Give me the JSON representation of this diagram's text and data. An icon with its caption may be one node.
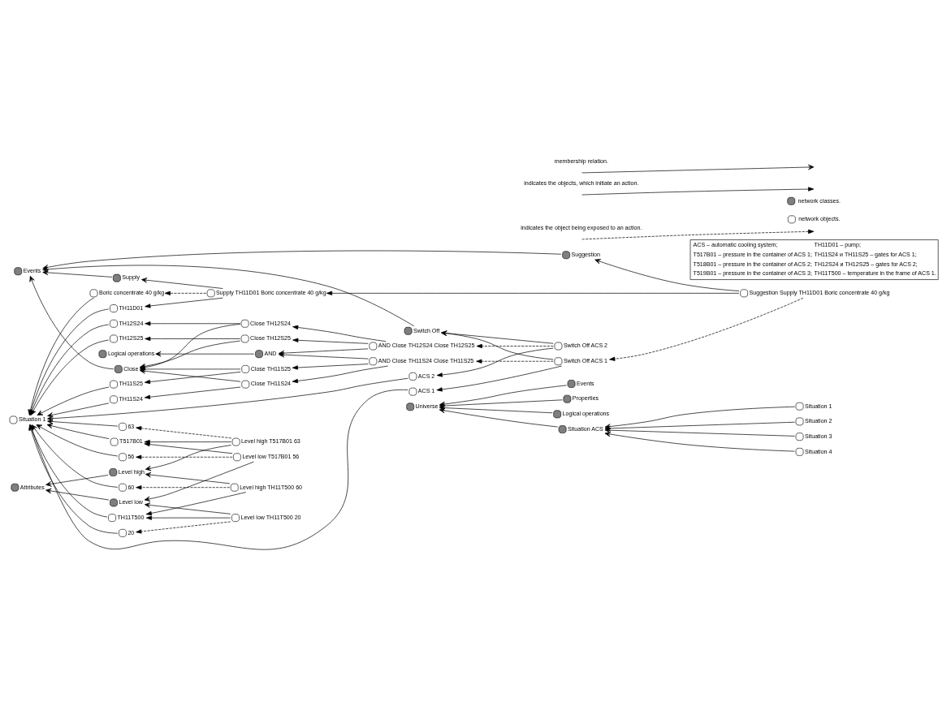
{
  "diagram": {
    "nodes": [
      {
        "text": [
          "Universe"
        ]
      },
      {
        "text": [
          "Events"
        ]
      },
      {
        "text": [
          "Properties"
        ]
      },
      {
        "text": [
          "Logical operations"
        ]
      },
      {
        "text": [
          "Situation ACS"
        ]
      },
      {
        "text": [
          "Situation 1"
        ]
      },
      {
        "text": [
          "Situation 2"
        ]
      },
      {
        "text": [
          "Situation 3"
        ]
      },
      {
        "text": [
          "Situation 4"
        ]
      },
      {
        "text": [
          "Situation 1"
        ]
      },
      {
        "text": [
          "ACS 1"
        ]
      },
      {
        "text": [
          "ACS 2"
        ]
      },
      {
        "text": [
          "TH11S24"
        ]
      },
      {
        "text": [
          "TH11S25"
        ]
      },
      {
        "text": [
          "TH12S24"
        ]
      },
      {
        "text": [
          "TH12S25"
        ]
      },
      {
        "text": [
          "TH11D01"
        ]
      },
      {
        "text": [
          "Boric concentrate 40 g/kg"
        ]
      },
      {
        "text": [
          "T517B01"
        ]
      },
      {
        "text": [
          "63"
        ]
      },
      {
        "text": [
          "56"
        ]
      },
      {
        "text": [
          "60"
        ]
      },
      {
        "text": [
          "TH11T500"
        ]
      },
      {
        "text": [
          "20"
        ]
      },
      {
        "text": [
          "Close TH11S24"
        ]
      },
      {
        "text": [
          "Close TH11S25"
        ]
      },
      {
        "text": [
          "Close TH12S24"
        ]
      },
      {
        "text": [
          "Close TH12S25"
        ]
      },
      {
        "text": [
          "Switch Off ACS 1"
        ]
      },
      {
        "text": [
          "Switch Off ACS 2"
        ]
      },
      {
        "text": [
          "AND Close TH11S24 Close TH11S25"
        ]
      },
      {
        "text": [
          "AND Close TH12S24 Close TH12S25"
        ]
      },
      {
        "text": [
          "Close"
        ]
      },
      {
        "text": [
          "Supply TH11D01 Boric concentrate 40 g/kg"
        ]
      },
      {
        "text": [
          "Suggestion Supply TH11D01 Boric concentrate 40 g/kg"
        ]
      },
      {
        "text": [
          "Level high T517B01 63"
        ]
      },
      {
        "text": [
          "Level low T517B01 56"
        ]
      },
      {
        "text": [
          "Level high TH11T500 60"
        ]
      },
      {
        "text": [
          "Level low TH11T500 20"
        ]
      },
      {
        "text": [
          "Switch Off"
        ]
      },
      {
        "text": [
          "AND"
        ]
      },
      {
        "text": [
          "Logical operations"
        ]
      },
      {
        "text": [
          "Events"
        ]
      },
      {
        "text": [
          "Supply"
        ]
      },
      {
        "text": [
          "Suggestion"
        ]
      },
      {
        "text": [
          "Level high"
        ]
      },
      {
        "text": [
          "Level low"
        ]
      },
      {
        "text": [
          "Attributes"
        ]
      }
    ],
    "edges": [
      {
        "from": 1,
        "to": 0,
        "arrow": "to"
      },
      {
        "from": 2,
        "to": 0,
        "arrow": "to"
      },
      {
        "from": 3,
        "to": 0,
        "arrow": "to"
      },
      {
        "from": 4,
        "to": 0,
        "arrow": "to"
      },
      {
        "from": 5,
        "to": 4,
        "arrow": "to"
      },
      {
        "from": 6,
        "to": 4,
        "arrow": "to"
      },
      {
        "from": 7,
        "to": 4,
        "arrow": "to"
      },
      {
        "from": 8,
        "to": 4,
        "arrow": "to"
      },
      {
        "from": 10,
        "to": 9,
        "arrow": "to"
      },
      {
        "from": 11,
        "to": 9,
        "arrow": "to"
      },
      {
        "from": 12,
        "to": 9,
        "arrow": "to"
      },
      {
        "from": 13,
        "to": 9,
        "arrow": "to"
      },
      {
        "from": 14,
        "to": 9,
        "arrow": "to"
      },
      {
        "from": 15,
        "to": 9,
        "arrow": "to"
      },
      {
        "from": 16,
        "to": 9,
        "arrow": "to"
      },
      {
        "from": 17,
        "to": 9,
        "arrow": "to"
      },
      {
        "from": 18,
        "to": 9,
        "arrow": "to"
      },
      {
        "from": 19,
        "to": 9,
        "arrow": "to"
      },
      {
        "from": 20,
        "to": 9,
        "arrow": "to"
      },
      {
        "from": 21,
        "to": 9,
        "arrow": "to"
      },
      {
        "from": 22,
        "to": 9,
        "arrow": "to"
      },
      {
        "from": 23,
        "to": 9,
        "arrow": "to"
      },
      {
        "from": 28,
        "to": 10,
        "arrow": "to"
      },
      {
        "from": 29,
        "to": 11,
        "arrow": "to"
      },
      {
        "from": 28,
        "to": 30,
        "arrow": "to",
        "style": "dashed"
      },
      {
        "from": 29,
        "to": 31,
        "arrow": "to",
        "style": "dashed"
      },
      {
        "from": 34,
        "to": 28,
        "arrow": "to",
        "style": "dashed"
      },
      {
        "from": 28,
        "to": 39,
        "arrow": "to"
      },
      {
        "from": 29,
        "to": 39,
        "arrow": "to"
      },
      {
        "from": 24,
        "to": 12,
        "arrow": "to"
      },
      {
        "from": 25,
        "to": 13,
        "arrow": "to"
      },
      {
        "from": 26,
        "to": 14,
        "arrow": "to"
      },
      {
        "from": 27,
        "to": 15,
        "arrow": "to"
      },
      {
        "from": 30,
        "to": 24,
        "arrow": "to"
      },
      {
        "from": 30,
        "to": 25,
        "arrow": "to"
      },
      {
        "from": 31,
        "to": 26,
        "arrow": "to"
      },
      {
        "from": 31,
        "to": 27,
        "arrow": "to"
      },
      {
        "from": 24,
        "to": 32,
        "arrow": "to"
      },
      {
        "from": 25,
        "to": 32,
        "arrow": "to"
      },
      {
        "from": 26,
        "to": 32,
        "arrow": "to"
      },
      {
        "from": 27,
        "to": 32,
        "arrow": "to"
      },
      {
        "from": 30,
        "to": 40,
        "arrow": "to"
      },
      {
        "from": 31,
        "to": 40,
        "arrow": "to"
      },
      {
        "from": 40,
        "to": 41,
        "arrow": "to"
      },
      {
        "from": 39,
        "to": 42,
        "arrow": "to"
      },
      {
        "from": 32,
        "to": 42,
        "arrow": "to"
      },
      {
        "from": 43,
        "to": 42,
        "arrow": "to"
      },
      {
        "from": 44,
        "to": 42,
        "arrow": "to"
      },
      {
        "from": 33,
        "to": 17,
        "arrow": "to",
        "style": "dashed"
      },
      {
        "from": 33,
        "to": 16,
        "arrow": "to"
      },
      {
        "from": 33,
        "to": 43,
        "arrow": "to"
      },
      {
        "from": 34,
        "to": 33,
        "arrow": "to"
      },
      {
        "from": 34,
        "to": 44,
        "arrow": "to"
      },
      {
        "from": 35,
        "to": 18,
        "arrow": "to"
      },
      {
        "from": 35,
        "to": 19,
        "arrow": "to",
        "style": "dashed"
      },
      {
        "from": 36,
        "to": 18,
        "arrow": "to"
      },
      {
        "from": 36,
        "to": 20,
        "arrow": "to",
        "style": "dashed"
      },
      {
        "from": 37,
        "to": 22,
        "arrow": "to"
      },
      {
        "from": 37,
        "to": 21,
        "arrow": "to",
        "style": "dashed"
      },
      {
        "from": 38,
        "to": 22,
        "arrow": "to"
      },
      {
        "from": 38,
        "to": 23,
        "arrow": "to",
        "style": "dashed"
      },
      {
        "from": 35,
        "to": 45,
        "arrow": "to"
      },
      {
        "from": 37,
        "to": 45,
        "arrow": "to"
      },
      {
        "from": 36,
        "to": 46,
        "arrow": "to"
      },
      {
        "from": 38,
        "to": 46,
        "arrow": "to"
      },
      {
        "from": 45,
        "to": 47,
        "arrow": "to"
      },
      {
        "from": 46,
        "to": 47,
        "arrow": "to"
      }
    ],
    "labels": [
      "ACS – automatic cooling system;",
      "TH11D01 – pump;",
      "T517B01 – pressure in the container of ACS 1;",
      "TH11S24 и TH11S25 – gates for ACS 1;",
      "T518B01 – pressure in the container of ACS 2;",
      "TH12S24 и TH12S25 – gates for ACS 2;",
      "T519B01 – pressure in the container of ACS 3;",
      "TH11T500 – temperature in the frame of ACS 1."
    ],
    "legend": [
      {
        "text": "membership relation."
      },
      {
        "text": "indicates the objects, which initiate an action."
      },
      {
        "text": "indicates the object being exposed to an action."
      },
      {
        "text": "network classes."
      },
      {
        "text": "network objects."
      }
    ]
  }
}
